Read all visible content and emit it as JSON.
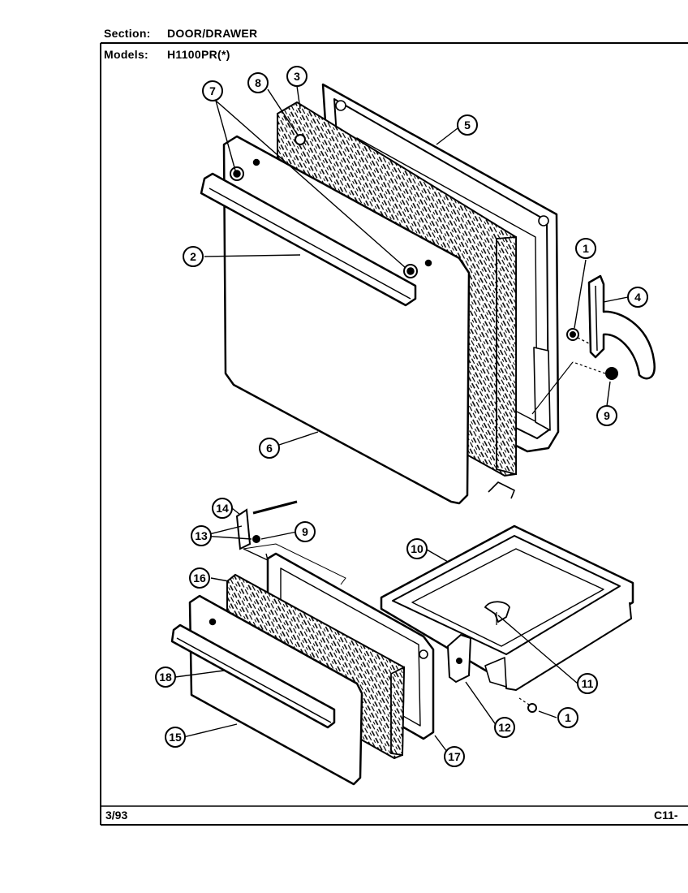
{
  "header": {
    "section_label": "Section:",
    "section_value": "DOOR/DRAWER",
    "models_label": "Models:",
    "models_value": "H1100PR(*)"
  },
  "footer": {
    "date": "3/93",
    "page": "C11-"
  },
  "callouts": [
    "1",
    "2",
    "3",
    "4",
    "5",
    "6",
    "7",
    "8",
    "9",
    "1",
    "9",
    "10",
    "11",
    "12",
    "13",
    "14",
    "15",
    "16",
    "17",
    "18"
  ]
}
